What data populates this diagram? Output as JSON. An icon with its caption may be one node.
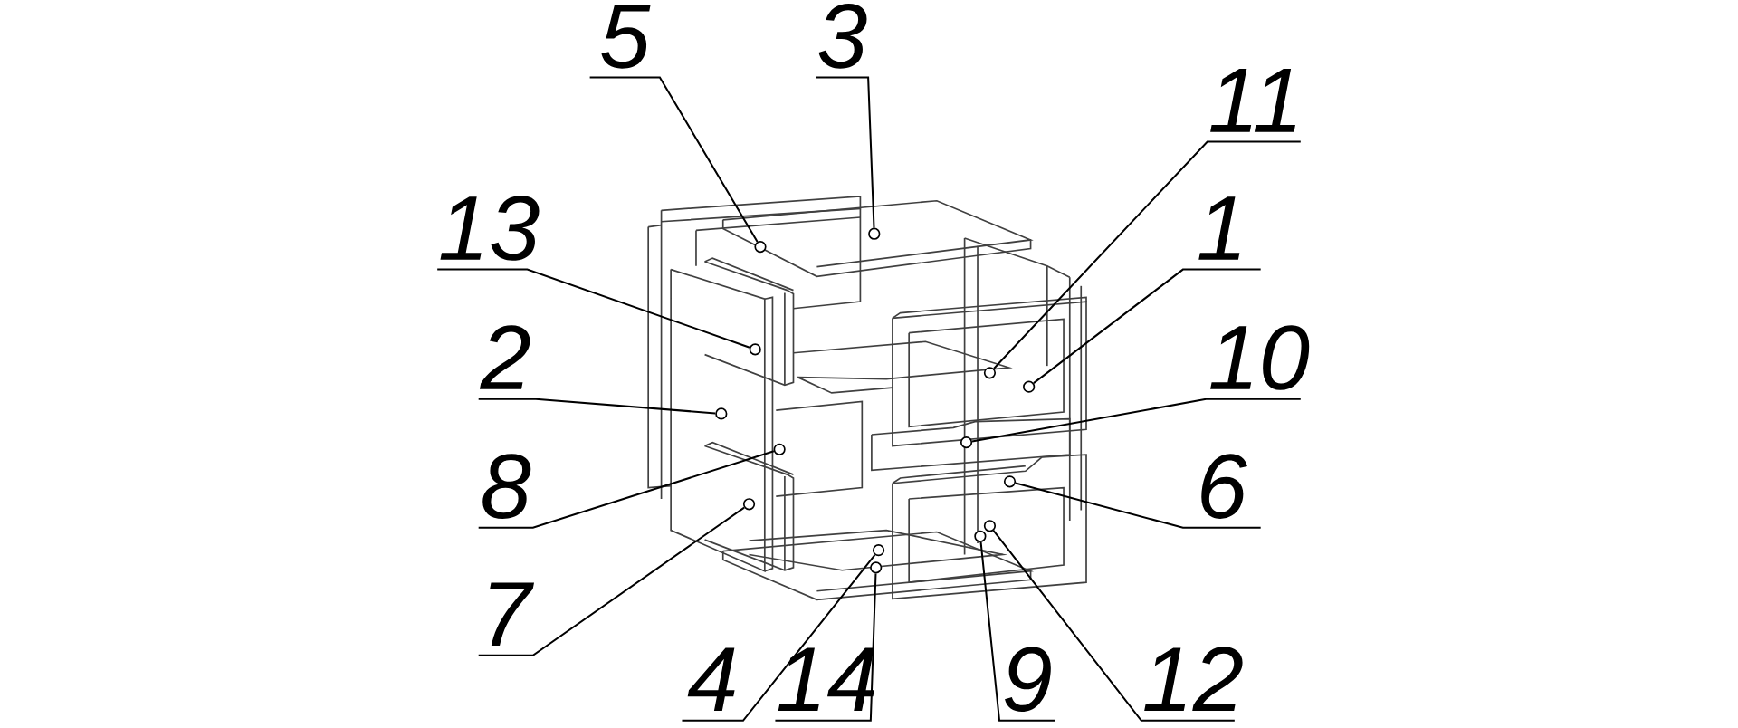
{
  "diagram": {
    "nodes": [
      {
        "text": [
          "5"
        ]
      },
      {
        "text": [
          "3"
        ]
      },
      {
        "text": [
          "11"
        ]
      },
      {
        "text": [
          "13"
        ]
      },
      {
        "text": [
          "1"
        ]
      },
      {
        "text": [
          "2"
        ]
      },
      {
        "text": [
          "10"
        ]
      },
      {
        "text": [
          "8"
        ]
      },
      {
        "text": [
          "6"
        ]
      },
      {
        "text": [
          "7"
        ]
      },
      {
        "text": [
          "4"
        ]
      },
      {
        "text": [
          "14"
        ]
      },
      {
        "text": [
          "9"
        ]
      },
      {
        "text": [
          "12"
        ]
      },
      {
        "text": [],
        "shape": "circle"
      },
      {
        "text": [],
        "shape": "circle"
      },
      {
        "text": [],
        "shape": "circle"
      },
      {
        "text": [],
        "shape": "circle"
      },
      {
        "text": [],
        "shape": "circle"
      },
      {
        "text": [],
        "shape": "circle"
      },
      {
        "text": [],
        "shape": "circle"
      },
      {
        "text": [],
        "shape": "circle"
      },
      {
        "text": [],
        "shape": "circle"
      },
      {
        "text": [],
        "shape": "circle"
      },
      {
        "text": [],
        "shape": "circle"
      },
      {
        "text": [],
        "shape": "circle"
      },
      {
        "text": [],
        "shape": "circle"
      },
      {
        "text": [],
        "shape": "circle"
      }
    ],
    "edges": [
      {
        "from": 0,
        "to": 14,
        "arrow": "none"
      },
      {
        "from": 1,
        "to": 15,
        "arrow": "none"
      },
      {
        "from": 2,
        "to": 16,
        "arrow": "none"
      },
      {
        "from": 3,
        "to": 17,
        "arrow": "none"
      },
      {
        "from": 4,
        "to": 18,
        "arrow": "none"
      },
      {
        "from": 5,
        "to": 19,
        "arrow": "none"
      },
      {
        "from": 6,
        "to": 20,
        "arrow": "none"
      },
      {
        "from": 7,
        "to": 21,
        "arrow": "none"
      },
      {
        "from": 8,
        "to": 22,
        "arrow": "none"
      },
      {
        "from": 9,
        "to": 23,
        "arrow": "none"
      },
      {
        "from": 10,
        "to": 24,
        "arrow": "none"
      },
      {
        "from": 11,
        "to": 25,
        "arrow": "none"
      },
      {
        "from": 12,
        "to": 26,
        "arrow": "none"
      },
      {
        "from": 13,
        "to": 27,
        "arrow": "none"
      }
    ]
  }
}
